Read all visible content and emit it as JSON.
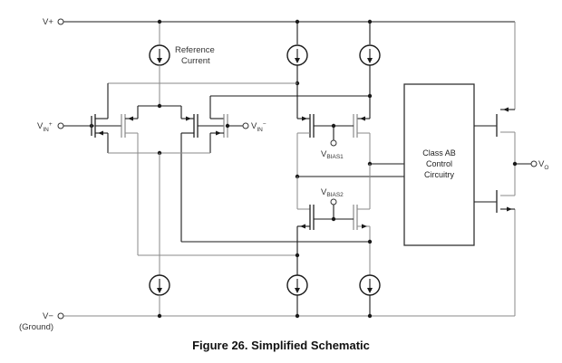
{
  "terminals": {
    "v_plus": "V+",
    "v_minus": "V−",
    "v_minus_note": "(Ground)",
    "vin_plus_main": "V",
    "vin_plus_sub": "IN",
    "vin_plus_sup": "+",
    "vin_minus_main": "V",
    "vin_minus_sub": "IN",
    "vin_minus_sup": "−",
    "vo_main": "V",
    "vo_sub": "O",
    "vbias1_main": "V",
    "vbias1_sub": "BIAS1",
    "vbias2_main": "V",
    "vbias2_sub": "BIAS2"
  },
  "labels": {
    "reference_line1": "Reference",
    "reference_line2": "Current"
  },
  "control_block": {
    "line1": "Class AB",
    "line2": "Control",
    "line3": "Circuitry"
  },
  "caption": "Figure 26.  Simplified Schematic"
}
